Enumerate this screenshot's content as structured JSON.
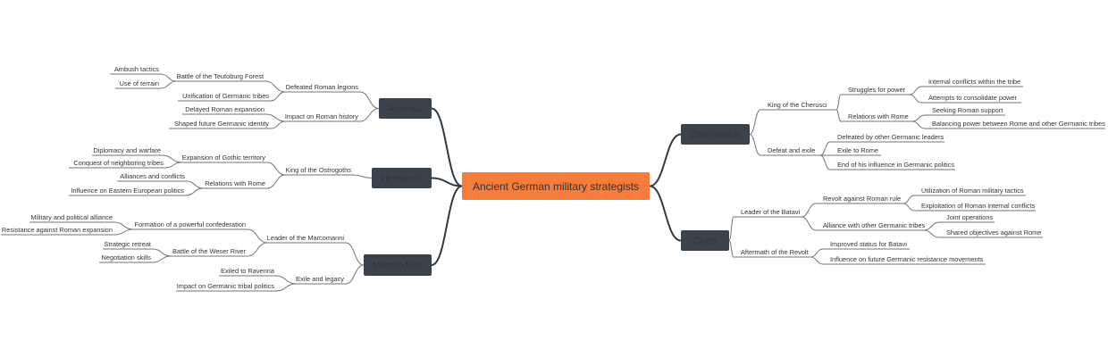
{
  "central": {
    "label": "Ancient German military strategists",
    "color": "#f57c3b"
  },
  "colors": {
    "branch": "#3a434c",
    "line": "#2f3a45",
    "text": "#333333"
  },
  "branches": [
    {
      "id": "arminius",
      "label": "Arminius",
      "side": "left",
      "children": [
        {
          "id": "a1",
          "label": "Defeated Roman legions",
          "children": [
            {
              "id": "a1a",
              "label": "Battle of the Teutoburg Forest",
              "children": [
                {
                  "id": "a1a1",
                  "label": "Ambush tactics"
                },
                {
                  "id": "a1a2",
                  "label": "Use of terrain"
                }
              ]
            },
            {
              "id": "a1b",
              "label": "Unification of Germanic tribes"
            }
          ]
        },
        {
          "id": "a2",
          "label": "Impact on Roman history",
          "children": [
            {
              "id": "a2a",
              "label": "Delayed Roman expansion"
            },
            {
              "id": "a2b",
              "label": "Shaped future Germanic identity"
            }
          ]
        }
      ]
    },
    {
      "id": "hermanric",
      "label": "Hermanric",
      "side": "left",
      "children": [
        {
          "id": "h1",
          "label": "King of the Ostrogoths",
          "children": [
            {
              "id": "h1a",
              "label": "Expansion of Gothic territory",
              "children": [
                {
                  "id": "h1a1",
                  "label": "Diplomacy and warfare"
                },
                {
                  "id": "h1a2",
                  "label": "Conquest of neighboring tribes"
                }
              ]
            },
            {
              "id": "h1b",
              "label": "Relations with Rome",
              "children": [
                {
                  "id": "h1b1",
                  "label": "Alliances and conflicts"
                },
                {
                  "id": "h1b2",
                  "label": "Influence on Eastern European politics"
                }
              ]
            }
          ]
        }
      ]
    },
    {
      "id": "maroboduus",
      "label": "Maroboduus",
      "side": "left",
      "children": [
        {
          "id": "m1",
          "label": "Leader of the Marcomanni",
          "children": [
            {
              "id": "m1a",
              "label": "Formation of a powerful confederation",
              "children": [
                {
                  "id": "m1a1",
                  "label": "Military and political alliance"
                },
                {
                  "id": "m1a2",
                  "label": "Resistance against Roman expansion"
                }
              ]
            },
            {
              "id": "m1b",
              "label": "Battle of the Weser River",
              "children": [
                {
                  "id": "m1b1",
                  "label": "Strategic retreat"
                },
                {
                  "id": "m1b2",
                  "label": "Negotiation skills"
                }
              ]
            }
          ]
        },
        {
          "id": "m2",
          "label": "Exile and legacy",
          "children": [
            {
              "id": "m2a",
              "label": "Exiled to Ravenna"
            },
            {
              "id": "m2b",
              "label": "Impact on Germanic tribal politics"
            }
          ]
        }
      ]
    },
    {
      "id": "chariomerus",
      "label": "Chariomerus",
      "side": "right",
      "children": [
        {
          "id": "c1",
          "label": "King of the Cherusci",
          "children": [
            {
              "id": "c1a",
              "label": "Struggles for power",
              "children": [
                {
                  "id": "c1a1",
                  "label": "Internal conflicts within the tribe"
                },
                {
                  "id": "c1a2",
                  "label": "Attempts to consolidate power"
                }
              ]
            },
            {
              "id": "c1b",
              "label": "Relations with Rome",
              "children": [
                {
                  "id": "c1b1",
                  "label": "Seeking Roman support"
                },
                {
                  "id": "c1b2",
                  "label": "Balancing power between Rome and other Germanic tribes"
                }
              ]
            }
          ]
        },
        {
          "id": "c2",
          "label": "Defeat and exile",
          "children": [
            {
              "id": "c2a",
              "label": "Defeated by other Germanic leaders"
            },
            {
              "id": "c2b",
              "label": "Exile to Rome"
            },
            {
              "id": "c2c",
              "label": "End of his influence in Germanic politics"
            }
          ]
        }
      ]
    },
    {
      "id": "civilis",
      "label": "Civilis",
      "side": "right",
      "children": [
        {
          "id": "v1",
          "label": "Leader of the Batavi",
          "children": [
            {
              "id": "v1a",
              "label": "Revolt against Roman rule",
              "children": [
                {
                  "id": "v1a1",
                  "label": "Utilization of Roman military tactics"
                },
                {
                  "id": "v1a2",
                  "label": "Exploitation of Roman internal conflicts"
                }
              ]
            },
            {
              "id": "v1b",
              "label": "Alliance with other Germanic tribes",
              "children": [
                {
                  "id": "v1b1",
                  "label": "Joint operations"
                },
                {
                  "id": "v1b2",
                  "label": "Shared objectives against Rome"
                }
              ]
            }
          ]
        },
        {
          "id": "v2",
          "label": "Aftermath of the Revolt",
          "children": [
            {
              "id": "v2a",
              "label": "Improved status for Batavi"
            },
            {
              "id": "v2b",
              "label": "Influence on future Germanic resistance movements"
            }
          ]
        }
      ]
    }
  ]
}
